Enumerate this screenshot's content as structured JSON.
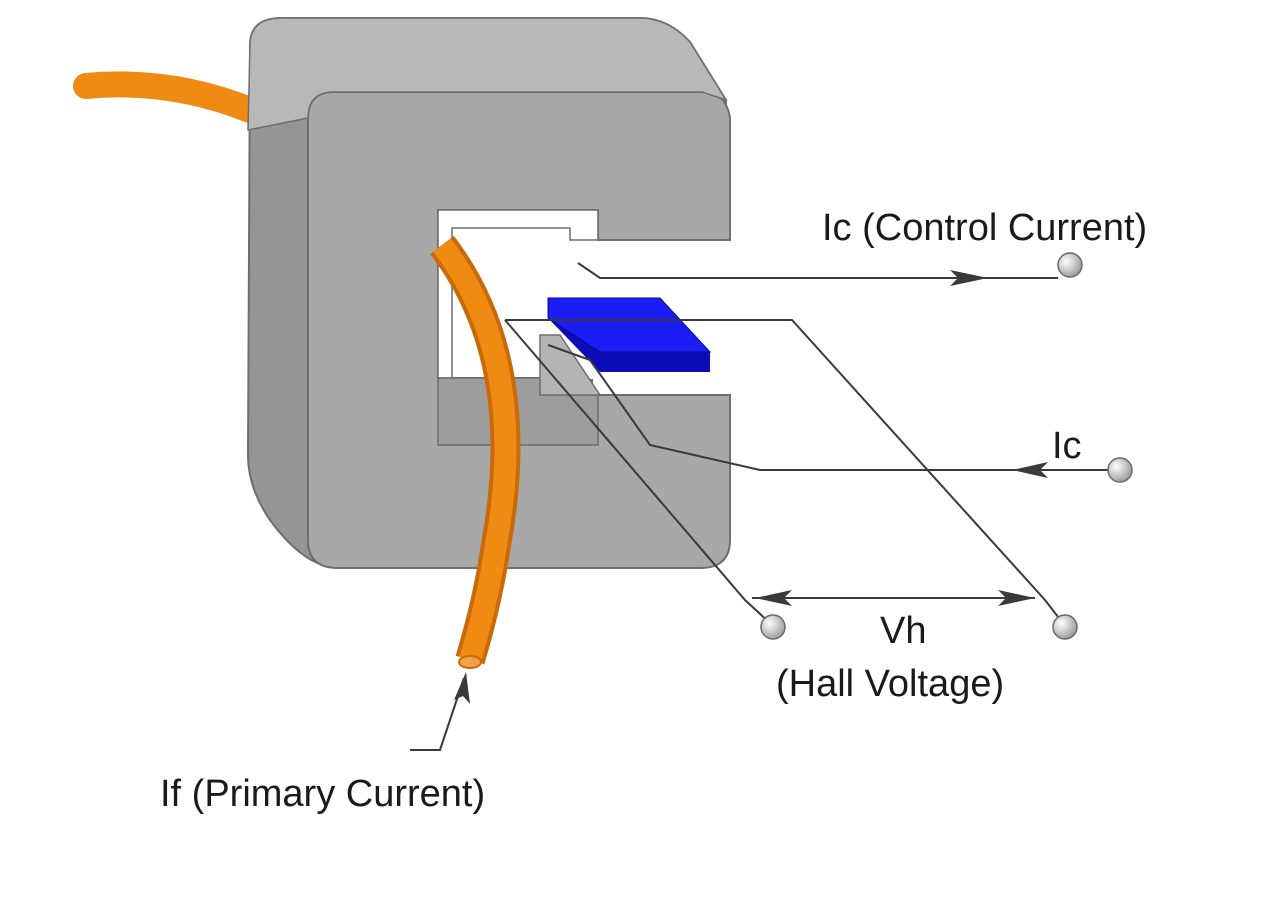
{
  "labels": {
    "control_current": "Ic (Control Current)",
    "ic_return": "Ic",
    "hall_voltage_symbol": "Vh",
    "hall_voltage_name": "(Hall Voltage)",
    "primary_current": "If (Primary Current)"
  },
  "colors": {
    "core_face": "#a8a8a8",
    "core_dark": "#959595",
    "core_edge": "#c4c4c4",
    "core_outline": "#6e6e6e",
    "gap": "#ffffff",
    "conductor": "#ef8a12",
    "conductor_dark": "#c8690a",
    "hall_element": "#1c1cf5",
    "hall_element_side": "#0c0cb8",
    "wire": "#3a3a3a",
    "terminal": "#e6e6e6"
  },
  "icons": {
    "terminal": "terminal-icon",
    "arrow": "arrowhead-icon"
  }
}
